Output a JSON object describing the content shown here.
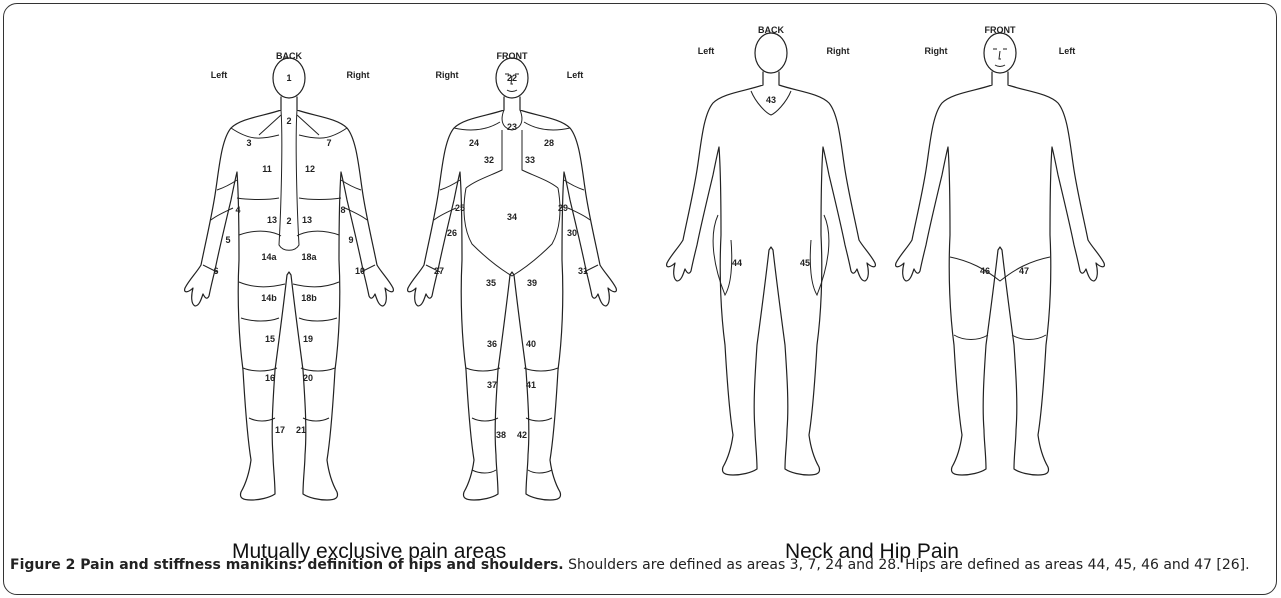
{
  "manikin_back": {
    "title": "BACK",
    "left": "Left",
    "right": "Right",
    "areas": [
      "1",
      "2",
      "2",
      "3",
      "7",
      "11",
      "12",
      "13",
      "13",
      "4",
      "8",
      "5",
      "9",
      "6",
      "10",
      "14a",
      "18a",
      "14b",
      "18b",
      "15",
      "19",
      "16",
      "20",
      "17",
      "21"
    ]
  },
  "manikin_front": {
    "title": "FRONT",
    "left": "Right",
    "right": "Left",
    "areas": [
      "22",
      "23",
      "24",
      "28",
      "32",
      "33",
      "34",
      "25",
      "29",
      "26",
      "30",
      "27",
      "31",
      "35",
      "39",
      "36",
      "40",
      "37",
      "41",
      "38",
      "42"
    ]
  },
  "hip_back": {
    "title": "BACK",
    "left": "Left",
    "right": "Right",
    "areas": [
      "43",
      "44",
      "45"
    ]
  },
  "hip_front": {
    "title": "FRONT",
    "left": "Right",
    "right": "Left",
    "areas": [
      "46",
      "47"
    ]
  },
  "subcaptions": {
    "left": "Mutually exclusive pain areas",
    "right": "Neck and Hip Pain"
  },
  "caption": {
    "label": "Figure 2 Pain and stiffness manikins: definition of hips and shoulders.",
    "text": " Shoulders are defined as areas 3, 7, 24 and 28. Hips are defined as areas 44, 45, 46 and 47 [26]."
  }
}
